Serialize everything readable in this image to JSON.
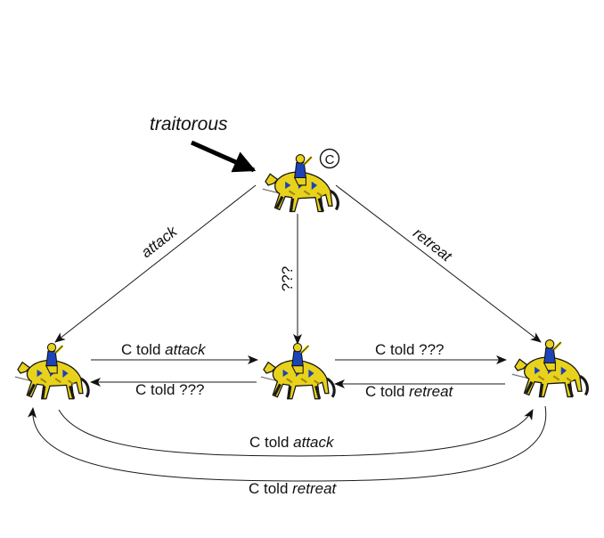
{
  "diagram": {
    "pointer_label": "traitorous",
    "commander_mark": "C",
    "edges": {
      "top_to_left": "attack",
      "top_to_right": "retreat",
      "top_to_middle": "???",
      "left_to_middle": {
        "subject": "C told ",
        "msg": "attack"
      },
      "middle_to_left": {
        "subject": "C told ",
        "msg": "???"
      },
      "middle_to_right": {
        "subject": "C told ",
        "msg": "???"
      },
      "right_to_middle": {
        "subject": "C told ",
        "msg": "retreat"
      },
      "left_to_right": {
        "subject": "C told ",
        "msg": "attack"
      },
      "right_to_left": {
        "subject": "C told ",
        "msg": "retreat"
      }
    },
    "nodes": [
      {
        "id": "C",
        "role": "commander"
      },
      {
        "id": "left",
        "role": "lieutenant"
      },
      {
        "id": "middle",
        "role": "lieutenant"
      },
      {
        "id": "right",
        "role": "lieutenant"
      }
    ],
    "colors": {
      "horse_yellow": "#e8d21c",
      "horse_shadow": "#9c8a10",
      "armor_blue": "#1d43b8",
      "outline": "#111111"
    }
  }
}
